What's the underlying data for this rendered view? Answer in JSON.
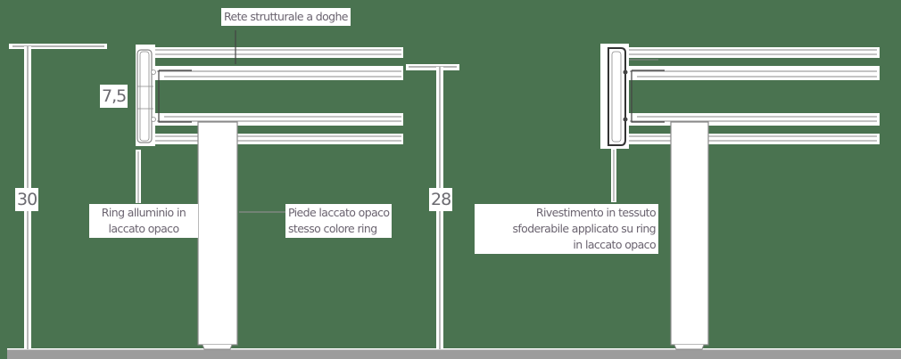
{
  "diagram": {
    "background_color": "#4a7350",
    "line_color": "#8a8a8a",
    "fill_color": "#ffffff",
    "floor_color": "#9c9c9c",
    "left_view": {
      "dimensions": {
        "total_height": "30",
        "frame_height": "7,5"
      },
      "labels": {
        "slats": "Rete strutturale a doghe",
        "ring_line1": "Ring alluminio in",
        "ring_line2": "laccato opaco",
        "leg_line1": "Piede laccato opaco",
        "leg_line2": "stesso colore ring"
      }
    },
    "right_view": {
      "dimensions": {
        "leg_height": "28"
      },
      "labels": {
        "cover_line1": "Rivestimento in tessuto",
        "cover_line2": "sfoderabile applicato su ring",
        "cover_line3": "in laccato opaco"
      }
    }
  }
}
